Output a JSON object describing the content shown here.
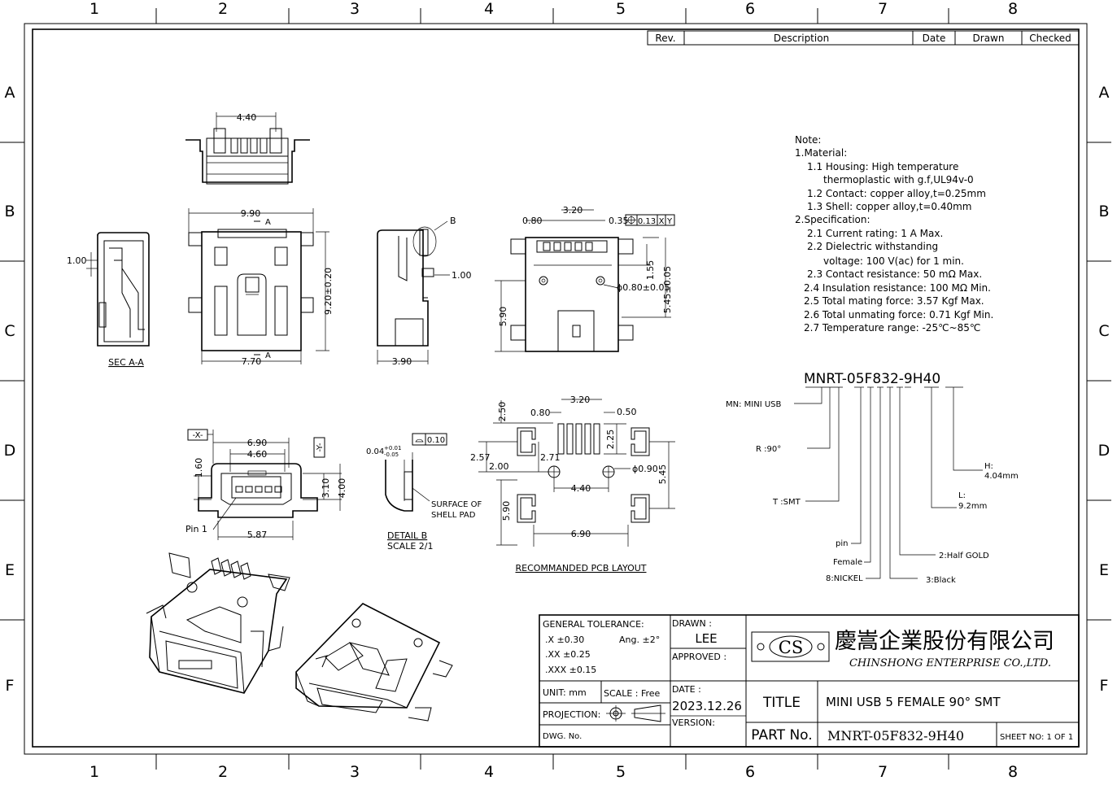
{
  "frame": {
    "col_labels": [
      "1",
      "2",
      "3",
      "4",
      "5",
      "6",
      "7",
      "8"
    ],
    "row_labels": [
      "A",
      "B",
      "C",
      "D",
      "E",
      "F"
    ]
  },
  "revision_table": {
    "headers": [
      "Rev.",
      "Description",
      "Date",
      "Drawn",
      "Checked"
    ]
  },
  "notes": {
    "lines": [
      "Note:",
      "1.Material:",
      "1.1  Housing: High temperature",
      "thermoplastic  with  g.f,UL94v-0",
      "1.2  Contact:  copper  alloy,t=0.25mm",
      "1.3  Shell:  copper  alloy,t=0.40mm",
      "2.Specification:",
      "2.1  Current  rating:  1  A  Max.",
      "2.2  Dielectric  withstanding",
      "voltage:  100  V(ac)  for  1  min.",
      "2.3  Contact  resistance:  50  mΩ  Max.",
      "2.4  Insulation  resistance:  100  MΩ  Min.",
      "2.5  Total  mating  force:  3.57  Kgf  Max.",
      "2.6  Total  unmating  force:  0.71  Kgf  Min.",
      "2.7  Temperature  range:  -25℃~85℃"
    ]
  },
  "part_code": {
    "code": "MNRT-05F832-9H40",
    "mn": "MN:  MINI  USB",
    "r": "R  :90°",
    "t": "T  :SMT",
    "pin": "pin",
    "female": "Female",
    "nickel": "8:NICKEL",
    "black": "3:Black",
    "half_gold": "2:Half  GOLD",
    "l_label": "L:",
    "l_value": "9.2mm",
    "h_label": "H:",
    "h_value": "4.04mm"
  },
  "dims": {
    "top_440": "4.40",
    "front_990": "9.90",
    "front_a": "A",
    "front_a2": "A",
    "front_920": "9.20±0.20",
    "front_770": "7.70",
    "side_b": "B",
    "side_100": "1.00",
    "side_390": "3.90",
    "sec_100": "1.00",
    "sec_label": "SEC  A-A",
    "bot_080": "0.80",
    "bot_320": "3.20",
    "bot_035": "0.35",
    "bot_013": "0.13",
    "bot_x": "X",
    "bot_y": "Y",
    "bot_155": "1.55",
    "bot_545": "5.45±0.05",
    "bot_phi080": "ϕ0.80±0.05",
    "bot_590": "5.90",
    "face_x": "-X-",
    "face_y": "-Y-",
    "face_690": "6.90",
    "face_460": "4.60",
    "face_160": "1.60",
    "face_310": "3.10",
    "face_400": "4.00",
    "face_pin1": "Pin  1",
    "face_587": "5.87",
    "det_004": "0.04",
    "det_001a": "+0.01",
    "det_001b": "-0.05",
    "det_010": "0.10",
    "det_surface1": "SURFACE  OF",
    "det_surface2": "SHELL  PAD",
    "det_title": "DETAIL  B",
    "det_scale": "SCALE  2/1",
    "pcb_250": "2.50",
    "pcb_080": "0.80",
    "pcb_320": "3.20",
    "pcb_050": "0.50",
    "pcb_225": "2.25",
    "pcb_257": "2.57",
    "pcb_271": "2.71",
    "pcb_200": "2.00",
    "pcb_phi090": "ϕ0.90",
    "pcb_440": "4.40",
    "pcb_545": "5.45",
    "pcb_590": "5.90",
    "pcb_690": "6.90",
    "pcb_title": "RECOMMANDED  PCB  LAYOUT"
  },
  "title_block": {
    "tol_title": "GENERAL TOLERANCE:",
    "tol_x": ".X  ±0.30",
    "tol_ang": "Ang.  ±2°",
    "tol_xx": ".XX ±0.25",
    "tol_xxx": ".XXX ±0.15",
    "unit": "UNIT:  mm",
    "scale": "SCALE :  Free",
    "projection": "PROJECTION:",
    "dwg": "DWG. No.",
    "drawn_label": "DRAWN :",
    "drawn_value": "LEE",
    "approved_label": "APPROVED :",
    "date_label": "DATE :",
    "date_value": "2023.12.26",
    "version_label": "VERSION:",
    "logo": "CS",
    "company_cn": "慶嵩企業股份有限公司",
    "company_en": "CHINSHONG ENTERPRISE CO.,LTD.",
    "title_label": "TITLE",
    "title_value": "MINI USB 5 FEMALE 90° SMT",
    "partno_label": "PART No.",
    "partno_value": "MNRT-05F832-9H40",
    "sheet": "SHEET  NO:  1 OF 1"
  }
}
